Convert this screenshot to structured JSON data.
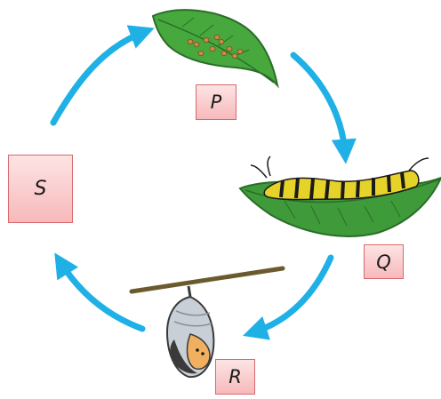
{
  "labels": {
    "p": "P",
    "q": "Q",
    "r": "R",
    "s": "S"
  },
  "stages": [
    {
      "label": "P",
      "icon": "eggs-on-leaf-icon"
    },
    {
      "label": "Q",
      "icon": "caterpillar-on-leaf-icon"
    },
    {
      "label": "R",
      "icon": "chrysalis-icon"
    },
    {
      "label": "S",
      "icon": "empty-stage-box"
    }
  ],
  "colors": {
    "arrow": "#1fb0e6",
    "label_fill_top": "#fde4e4",
    "label_fill_bottom": "#f7b9bb",
    "label_border": "#d9686c",
    "leaf": "#3f9a3a",
    "leaf_dark": "#2b6d28",
    "egg": "#c98a4a",
    "caterpillar_yellow": "#e6d32a",
    "caterpillar_black": "#1a1a1a",
    "chrysalis": "#c9cfd6",
    "twig": "#6b5a2e"
  }
}
